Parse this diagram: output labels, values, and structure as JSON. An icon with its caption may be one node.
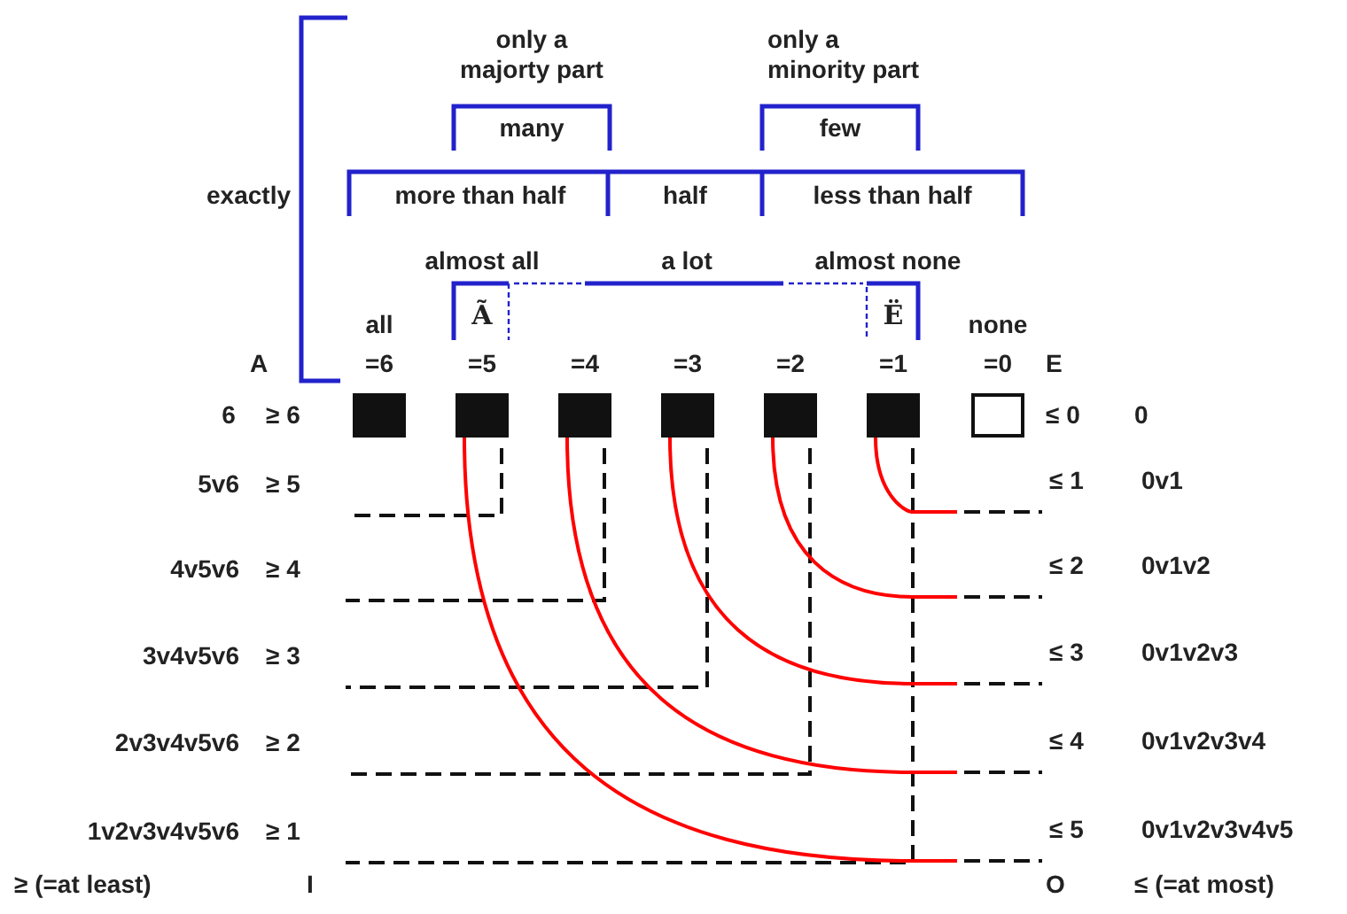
{
  "diagram": {
    "nodes": [
      {
        "text": [],
        "shape": "box",
        "beside": [
          "all",
          "=6"
        ]
      },
      {
        "text": [],
        "shape": "box",
        "beside": [
          "=5"
        ]
      },
      {
        "text": [],
        "shape": "box",
        "beside": [
          "=4"
        ]
      },
      {
        "text": [],
        "shape": "box",
        "beside": [
          "=3"
        ]
      },
      {
        "text": [],
        "shape": "box",
        "beside": [
          "=2"
        ]
      },
      {
        "text": [],
        "shape": "box",
        "beside": [
          "=1"
        ]
      },
      {
        "text": [],
        "shape": "box",
        "beside": [
          "none",
          "=0"
        ]
      },
      {
        "text": [
          "5v6",
          "≥ 5"
        ]
      },
      {
        "text": [
          "4v5v6",
          "≥ 4"
        ]
      },
      {
        "text": [
          "3v4v5v6",
          "≥ 3"
        ]
      },
      {
        "text": [
          "2v3v4v5v6",
          "≥ 2"
        ]
      },
      {
        "text": [
          "1v2v3v4v5v6",
          "≥ 1"
        ]
      },
      {
        "text": [
          "≤ 1",
          "0v1"
        ]
      },
      {
        "text": [
          "≤ 2",
          "0v1v2"
        ]
      },
      {
        "text": [
          "≤ 3",
          "0v1v2v3"
        ]
      },
      {
        "text": [
          "≤ 4",
          "0v1v2v3v4"
        ]
      },
      {
        "text": [
          "≤ 5",
          "0v1v2v3v4v5"
        ]
      }
    ],
    "edges": [
      {
        "from": 1,
        "to": 7,
        "arrow": "none",
        "style": "dashed"
      },
      {
        "from": 2,
        "to": 8,
        "arrow": "none",
        "style": "dashed"
      },
      {
        "from": 3,
        "to": 9,
        "arrow": "none",
        "style": "dashed"
      },
      {
        "from": 4,
        "to": 10,
        "arrow": "none",
        "style": "dashed"
      },
      {
        "from": 5,
        "to": 11,
        "arrow": "none",
        "style": "dashed"
      },
      {
        "from": 1,
        "to": 16,
        "arrow": "none",
        "color": "#ff0000"
      },
      {
        "from": 2,
        "to": 15,
        "arrow": "none",
        "color": "#ff0000"
      },
      {
        "from": 3,
        "to": 14,
        "arrow": "none",
        "color": "#ff0000"
      },
      {
        "from": 4,
        "to": 13,
        "arrow": "none",
        "color": "#ff0000"
      },
      {
        "from": 5,
        "to": 12,
        "arrow": "none",
        "color": "#ff0000"
      }
    ],
    "labels": [
      "only a majorty part",
      "only a minority part",
      "many",
      "few",
      "exactly",
      "more than half",
      "half",
      "less than half",
      "almost all",
      "a lot",
      "almost none",
      "Ã",
      "Ë",
      "A",
      "E",
      "6",
      "≥ 6",
      "≤ 0",
      "0",
      "≥ (=at least)",
      "I",
      "O",
      "≤ (=at most)"
    ]
  }
}
